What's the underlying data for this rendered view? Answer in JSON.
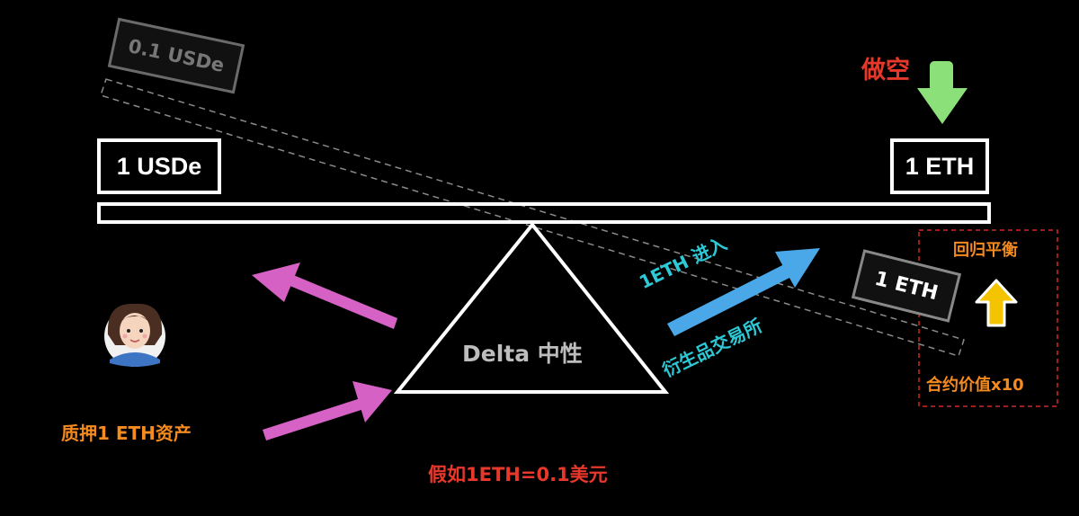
{
  "scale": {
    "left_weight": "1 USDe",
    "right_weight": "1 ETH",
    "ghost_left_weight": "0.1 USDe",
    "ghost_right_weight": "1 ETH",
    "fulcrum_label": "Delta 中性"
  },
  "labels": {
    "short": "做空",
    "rebalance": "回归平衡",
    "contract_value": "合约价值x10",
    "eth_enters": "1ETH 进入",
    "derivatives_exchange": "衍生品交易所",
    "stake_asset": "质押1 ETH资产",
    "assumption": "假如1ETH=0.1美元"
  },
  "colors": {
    "background": "#000000",
    "short_label": "#e8382b",
    "green_arrow": "#8be07a",
    "yellow_arrow": "#f5c400",
    "orange_text": "#f58a1f",
    "cyan_text": "#2ec9d6",
    "blue_arrow": "#4aa8e8",
    "pink_arrow": "#e86ad6",
    "red_text": "#e8382b",
    "dashed_box": "#d02828"
  },
  "icons": {
    "person": "woman-avatar-icon",
    "down": "arrow-down-icon",
    "up": "arrow-up-icon"
  }
}
